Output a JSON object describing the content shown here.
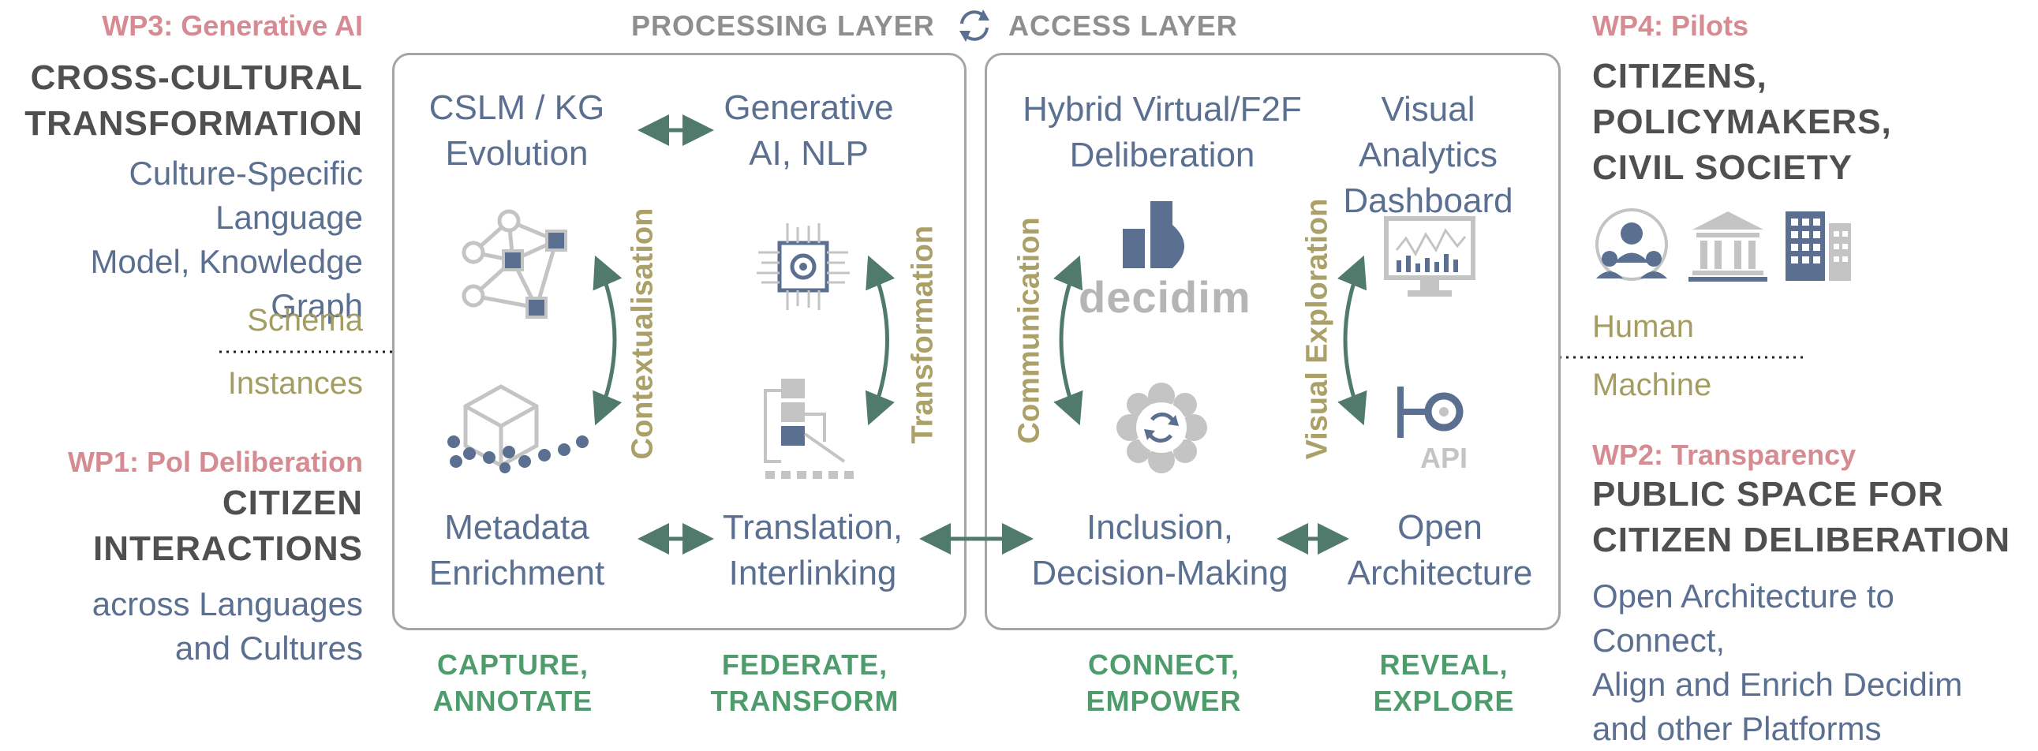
{
  "header": {
    "processing_layer": "PROCESSING LAYER",
    "access_layer": "ACCESS LAYER"
  },
  "left": {
    "wp3": {
      "tag": "WP3: Generative AI",
      "title_line1": "CROSS-CULTURAL",
      "title_line2": "TRANSFORMATION",
      "desc_line1": "Culture-Specific Language",
      "desc_line2": "Model, Knowledge Graph"
    },
    "schema": "Schema",
    "instances": "Instances",
    "wp1": {
      "tag": "WP1: Pol Deliberation",
      "title_line1": "CITIZEN",
      "title_line2": "INTERACTIONS",
      "desc_line1": "across Languages",
      "desc_line2": "and Cultures"
    }
  },
  "right": {
    "wp4": {
      "tag": "WP4: Pilots",
      "title_line1": "CITIZENS,",
      "title_line2": "POLICYMAKERS,",
      "title_line3": "CIVIL SOCIETY"
    },
    "human": "Human",
    "machine": "Machine",
    "wp2": {
      "tag": "WP2: Transparency",
      "title_line1": "PUBLIC SPACE FOR",
      "title_line2": "CITIZEN DELIBERATION",
      "desc_line1": "Open Architecture to Connect,",
      "desc_line2": "Align and Enrich Decidim",
      "desc_line3": "and other Platforms"
    }
  },
  "processing": {
    "cslm": {
      "line1": "CSLM / KG",
      "line2": "Evolution"
    },
    "genai": {
      "line1": "Generative",
      "line2": "AI, NLP"
    },
    "metadata": {
      "line1": "Metadata",
      "line2": "Enrichment"
    },
    "translation": {
      "line1": "Translation,",
      "line2": "Interlinking"
    },
    "contextualisation": "Contextualisation",
    "transformation": "Transformation"
  },
  "access": {
    "hybrid": {
      "line1": "Hybrid Virtual/F2F",
      "line2": "Deliberation"
    },
    "visual": {
      "line1": "Visual Analytics",
      "line2": "Dashboard"
    },
    "inclusion": {
      "line1": "Inclusion,",
      "line2": "Decision-Making"
    },
    "open": {
      "line1": "Open",
      "line2": "Architecture"
    },
    "communication": "Communication",
    "visual_exploration": "Visual Exploration",
    "decidim_logo": "decidim",
    "api_label": "API"
  },
  "footer": {
    "capture": {
      "line1": "CAPTURE,",
      "line2": "ANNOTATE"
    },
    "federate": {
      "line1": "FEDERATE,",
      "line2": "TRANSFORM"
    },
    "connect": {
      "line1": "CONNECT,",
      "line2": "EMPOWER"
    },
    "reveal": {
      "line1": "REVEAL,",
      "line2": "EXPLORE"
    }
  },
  "colors": {
    "pink": "#d58b91",
    "dark": "#4f4f4f",
    "blue": "#5b6f91",
    "olive": "#a49d62",
    "green": "#4e9c6c",
    "arrow": "#4f7a6c",
    "panel_border": "#a5a5a5"
  }
}
